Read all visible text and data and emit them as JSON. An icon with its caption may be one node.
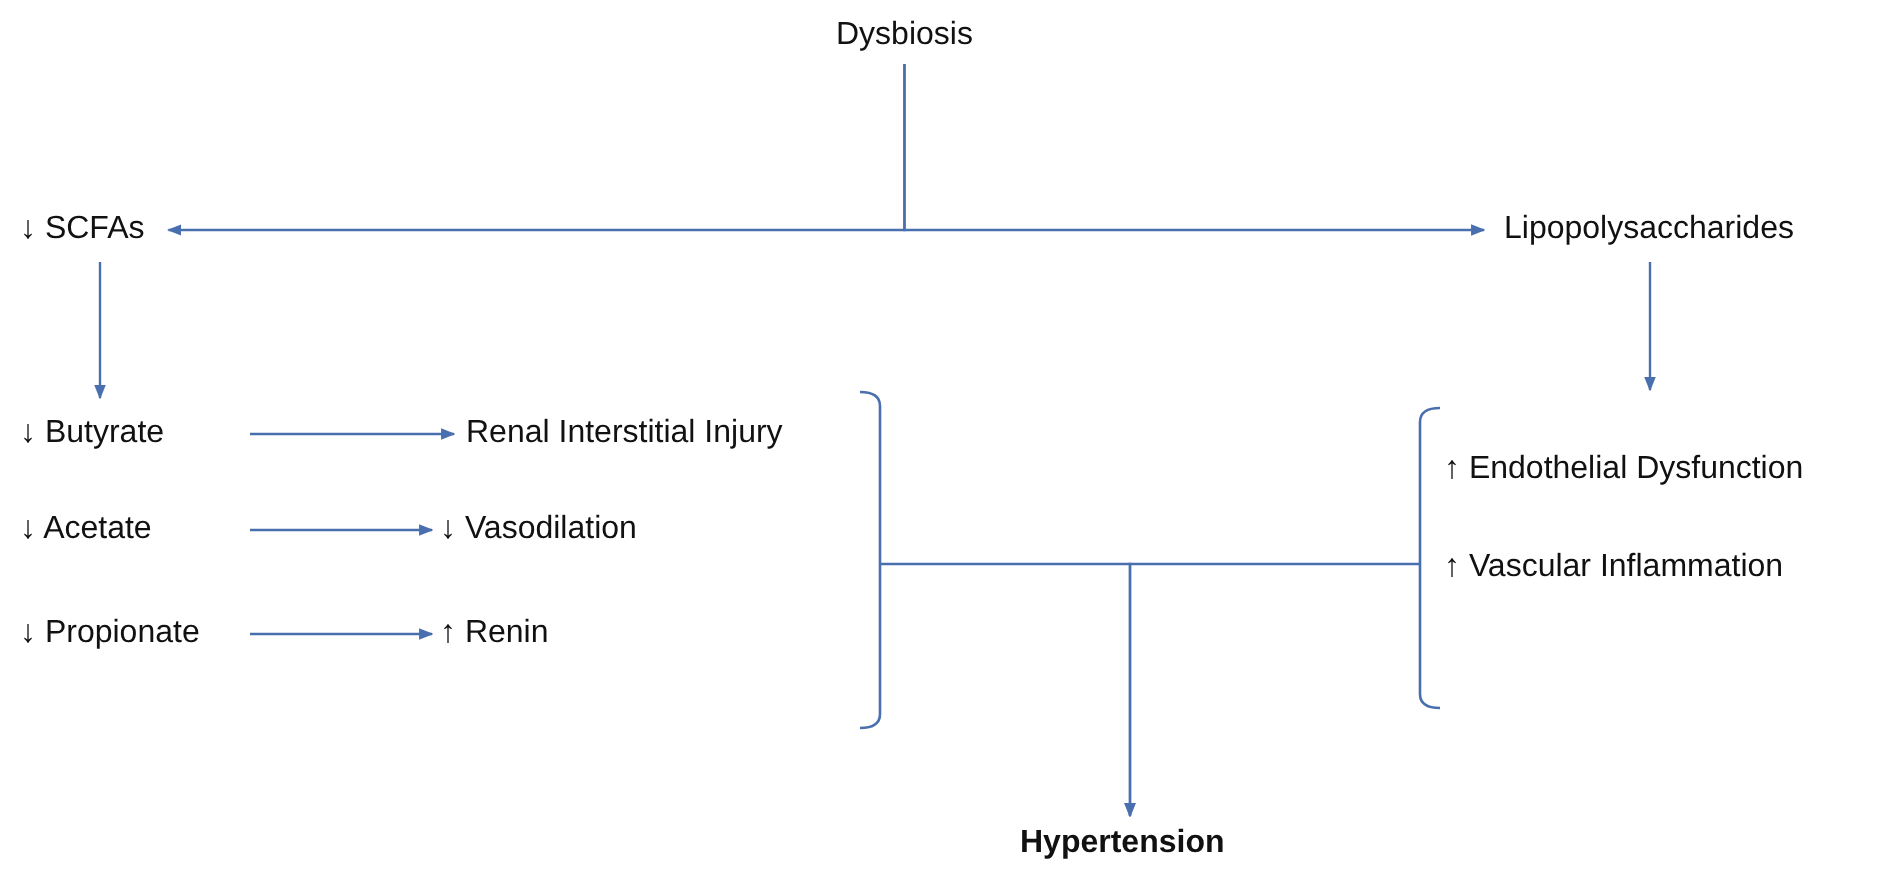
{
  "diagram": {
    "nodes": [
      {
        "text": [
          "Dysbiosis"
        ]
      },
      {
        "text": [
          "↓ SCFAs"
        ]
      },
      {
        "text": [
          "Lipopolysaccharides"
        ]
      },
      {
        "text": [
          "↓ Butyrate"
        ]
      },
      {
        "text": [
          "↓ Acetate"
        ]
      },
      {
        "text": [
          "↓ Propionate"
        ]
      },
      {
        "text": [],
        "shape": "bracket"
      },
      {
        "text": [
          "Renal Interstitial Injury"
        ],
        "in": 6
      },
      {
        "text": [
          "↓ Vasodilation"
        ],
        "in": 6
      },
      {
        "text": [
          "↑ Renin"
        ],
        "in": 6
      },
      {
        "text": [],
        "shape": "bracket"
      },
      {
        "text": [
          "↑ Endothelial Dysfunction"
        ],
        "in": 10
      },
      {
        "text": [
          "↑ Vascular Inflammation"
        ],
        "in": 10
      },
      {
        "text": [
          "Hypertension"
        ]
      }
    ],
    "edges": [
      {
        "from": 0,
        "to": 1,
        "arrow": "to"
      },
      {
        "from": 0,
        "to": 2,
        "arrow": "to"
      },
      {
        "from": 1,
        "to": 3,
        "arrow": "to"
      },
      {
        "from": 2,
        "to": 10,
        "arrow": "to"
      },
      {
        "from": 3,
        "to": 7,
        "arrow": "to"
      },
      {
        "from": 4,
        "to": 8,
        "arrow": "to"
      },
      {
        "from": 5,
        "to": 9,
        "arrow": "to"
      },
      {
        "from": 6,
        "to": 13,
        "arrow": "to"
      },
      {
        "from": 10,
        "to": 13,
        "arrow": "to"
      }
    ]
  }
}
